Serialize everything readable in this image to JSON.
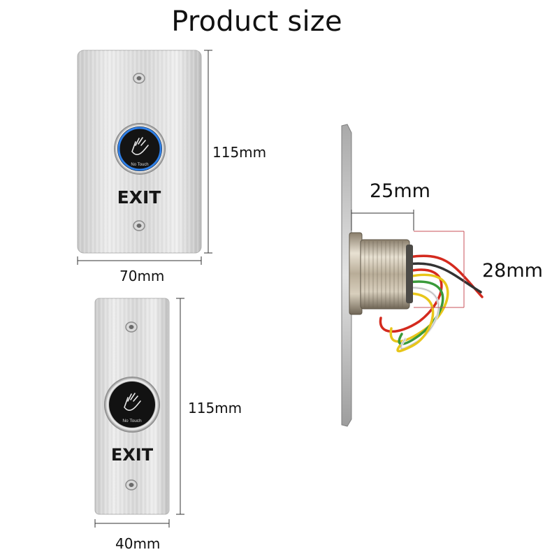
{
  "title": "Product size",
  "plate_wide": {
    "height_label": "115mm",
    "width_label": "70mm",
    "button_caption": "No Touch",
    "exit_label": "EXIT"
  },
  "plate_narrow": {
    "height_label": "115mm",
    "width_label": "40mm",
    "button_caption": "No Touch",
    "exit_label": "EXIT"
  },
  "side_view": {
    "length_label": "25mm",
    "diameter_label": "28mm"
  },
  "colors": {
    "glow_ring": "#2f7fe6",
    "dimension_line": "#c8505a",
    "wire_red": "#d42a1e",
    "wire_yellow": "#e8c61a",
    "wire_green": "#3a9a3a",
    "wire_white": "#f2f2f2"
  }
}
